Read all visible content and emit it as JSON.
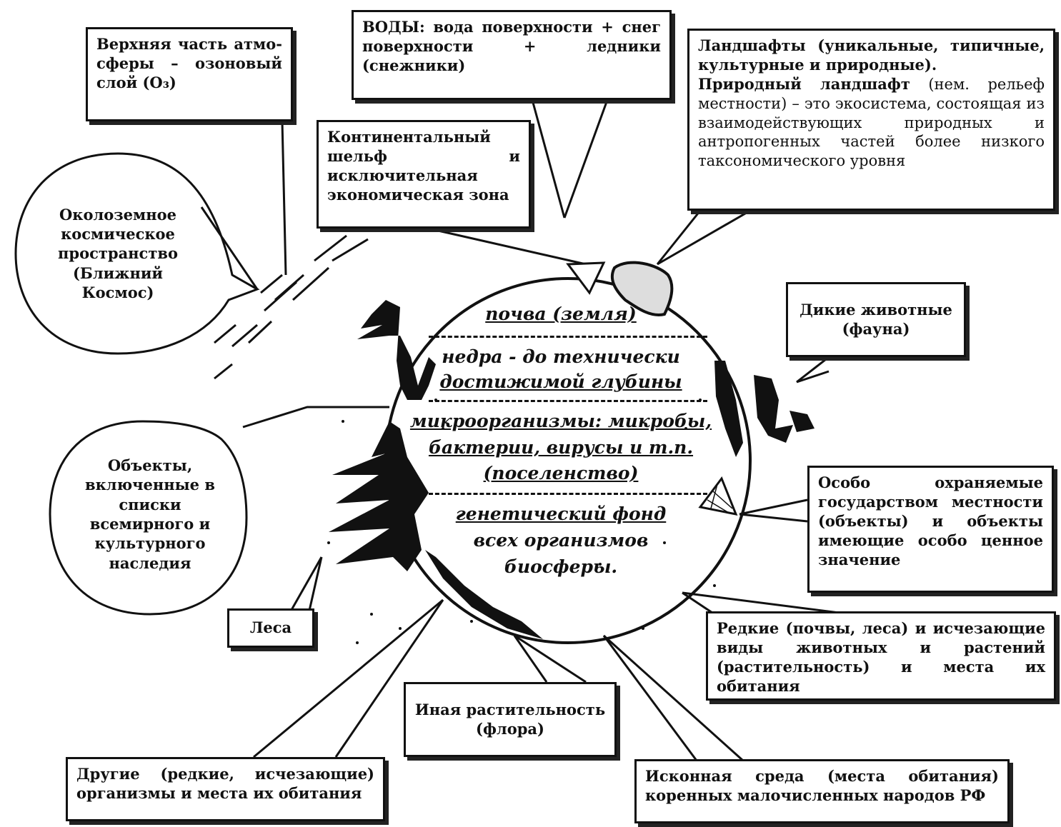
{
  "center": {
    "soil": "почва (земля)",
    "subsoil_1": "недра - до технически",
    "subsoil_2": "достижимой глубины",
    "micro_1": "микроорганизмы: микробы,",
    "micro_2": "бактерии, вирусы и т.п.",
    "micro_3": "(поселенство)",
    "gene_1": "генетический фонд",
    "gene_2": "всех организмов",
    "gene_3": "биосферы."
  },
  "boxes": {
    "atmosphere": "Верхняя часть атмо-сферы – озоновый слой (O₃)",
    "waters": "ВОДЫ: вода поверхности + снег поверхности + ледники (снежники)",
    "landscapes_1": "Ландшафты (уникальные, типичные, культурные и природные).",
    "landscapes_2_bold": "Природный ландшафт",
    "landscapes_2_rest": " (нем. рельеф местности) – это экосистема, состоящая из взаимодействующих природных и антропогенных частей более низкого таксономического уровня",
    "shelf": "Континентальный шельф и исключительная экономическая зона",
    "fauna": "Дикие животные (фауна)",
    "protected": "Особо охраняемые государством местности (объекты) и объекты имеющие особо ценное значение",
    "rare": "Редкие (почвы, леса) и исчезающие виды животных и растений (растительность) и места их обитания",
    "flora": "Иная растительность (флора)",
    "forests": "Леса",
    "other_organisms": "Другие (редкие, исчезающие) организмы и места их обитания",
    "native_env": "Исконная среда (места обитания) коренных малочисленных народов РФ"
  },
  "ovals": {
    "space": "Околоземное космическое пространство (Ближний Космос)",
    "heritage": "Объекты, включенные в списки всемирного и культурного наследия"
  }
}
